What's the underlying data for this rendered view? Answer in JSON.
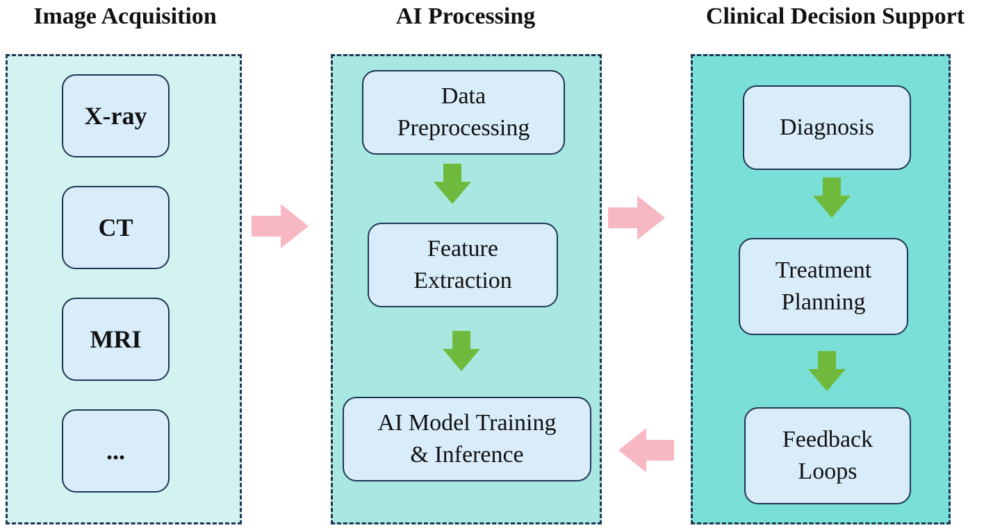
{
  "columns": [
    {
      "title": "Image Acquisition",
      "items": [
        {
          "lines": [
            "X-ray"
          ]
        },
        {
          "lines": [
            "CT"
          ]
        },
        {
          "lines": [
            "MRI"
          ]
        },
        {
          "lines": [
            "..."
          ]
        }
      ]
    },
    {
      "title": "AI Processing",
      "items": [
        {
          "lines": [
            "Data",
            "Preprocessing"
          ]
        },
        {
          "lines": [
            "Feature",
            "Extraction"
          ]
        },
        {
          "lines": [
            "AI Model Training",
            "& Inference"
          ]
        }
      ]
    },
    {
      "title": "Clinical Decision Support",
      "items": [
        {
          "lines": [
            "Diagnosis"
          ]
        },
        {
          "lines": [
            "Treatment",
            "Planning"
          ]
        },
        {
          "lines": [
            "Feedback",
            "Loops"
          ]
        }
      ]
    }
  ],
  "colors": {
    "panel_1_fill": "#d3f3f0",
    "panel_2_fill": "#a8e8e1",
    "panel_3_fill": "#7adfd6",
    "panel_border": "#1f3553",
    "box_fill": "#d9ecfa",
    "box_border": "#1f3553",
    "flow_arrow": "#f7b8c3",
    "step_arrow": "#6fba3d"
  }
}
